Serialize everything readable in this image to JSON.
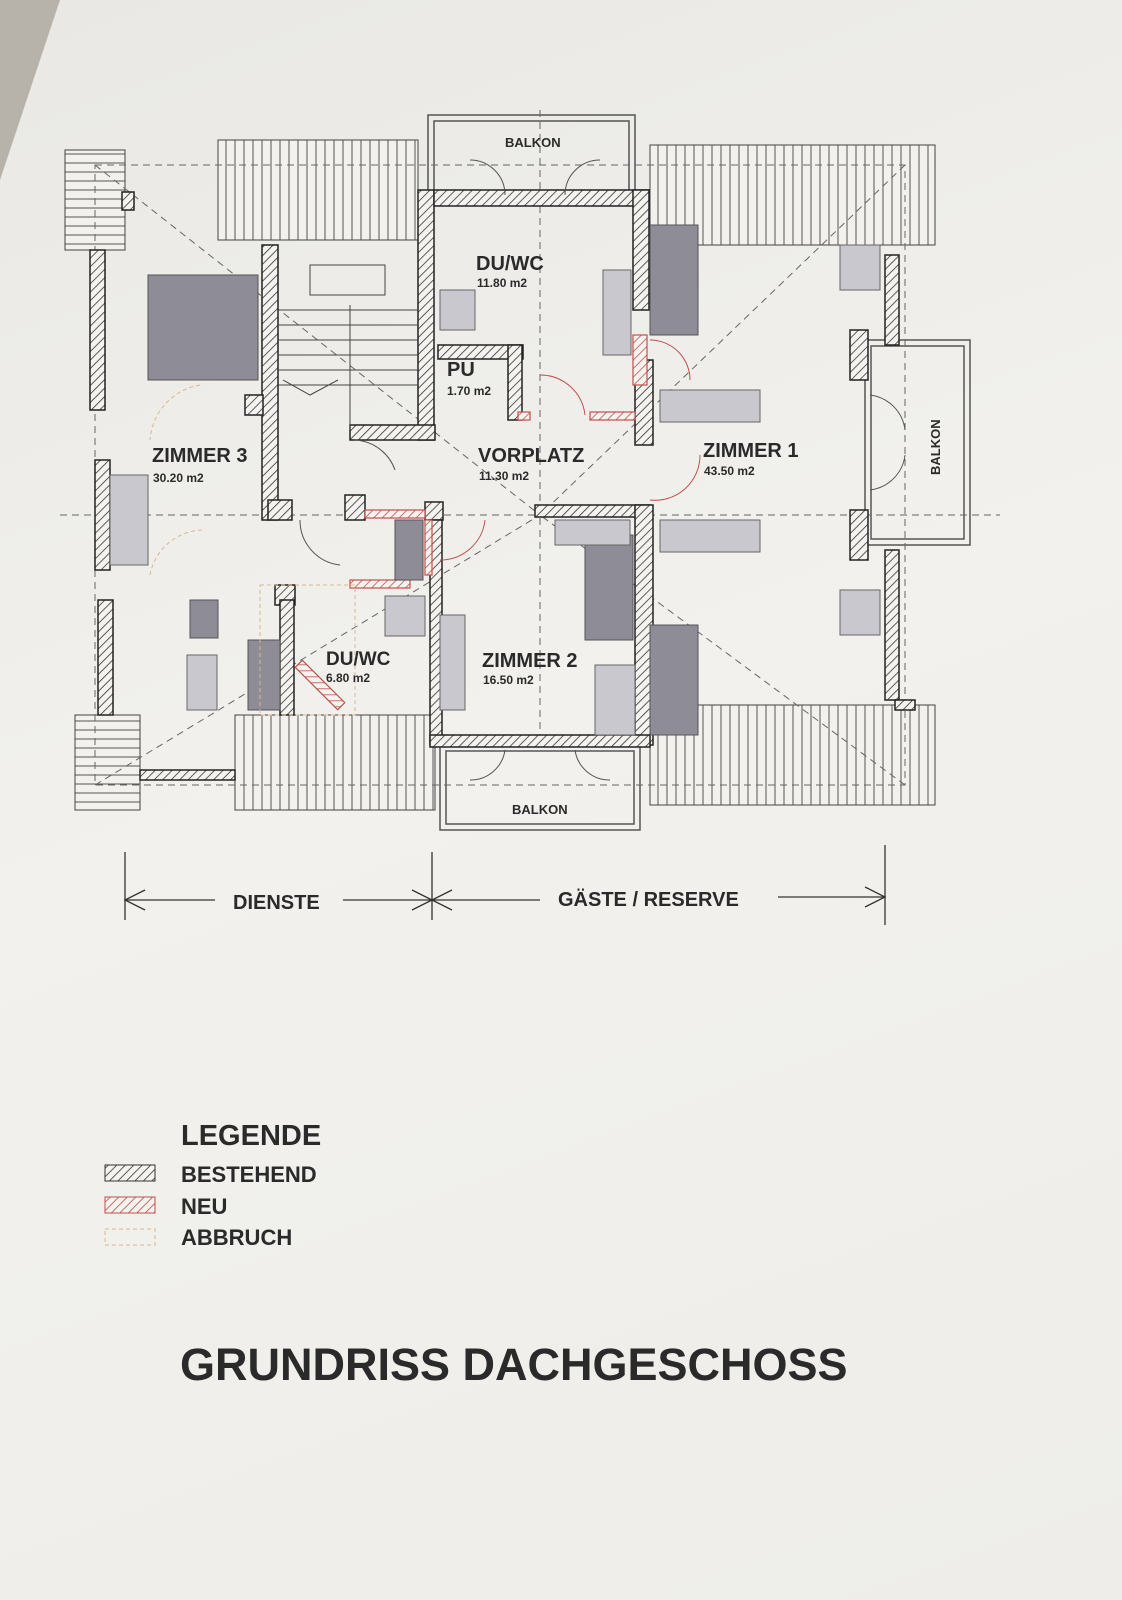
{
  "plan": {
    "rooms": [
      {
        "name": "ZIMMER 3",
        "area": "30.20 m2"
      },
      {
        "name": "DU/WC",
        "area": "11.80 m2"
      },
      {
        "name": "PU",
        "area": "1.70 m2"
      },
      {
        "name": "VORPLATZ",
        "area": "11.30 m2"
      },
      {
        "name": "ZIMMER 1",
        "area": "43.50 m2"
      },
      {
        "name": "DU/WC",
        "area": "6.80 m2"
      },
      {
        "name": "ZIMMER 2",
        "area": "16.50 m2"
      }
    ],
    "balconies": [
      "BALKON",
      "BALKON",
      "BALKON"
    ]
  },
  "zones": {
    "left": "DIENSTE",
    "right": "GÄSTE / RESERVE"
  },
  "legend": {
    "title": "LEGENDE",
    "items": [
      {
        "label": "BESTEHEND",
        "color": "#333333"
      },
      {
        "label": "NEU",
        "color": "#c0504d"
      },
      {
        "label": "ABBRUCH",
        "color": "#d9b98a"
      }
    ]
  },
  "title": "GRUNDRISS DACHGESCHOSS"
}
